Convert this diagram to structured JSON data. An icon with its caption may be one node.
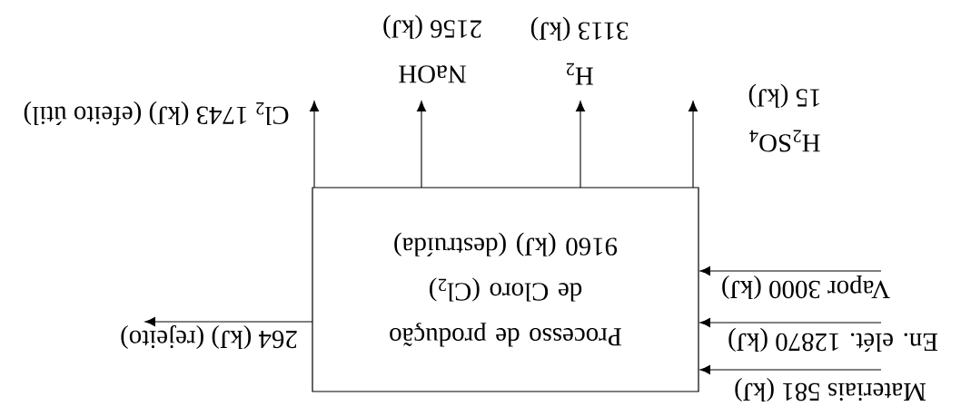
{
  "diagram": {
    "nodes": [
      {
        "text": [
          "Processo de produção de Cloro (Cl$_{2}$)",
          "9160 (kJ) (destruída)"
        ]
      },
      {
        "text": [
          "Cl$_{2}$ 1743 (kJ) (efeito útil)"
        ]
      },
      {
        "text": [
          "NaOH",
          "2156 (kJ)"
        ]
      },
      {
        "text": [
          "H$_{2}$",
          "3113 (kJ)"
        ]
      },
      {
        "text": [
          "H$_{2}$SO$_{4}$",
          "15 (kJ)"
        ]
      },
      {
        "text": [
          "264 (kJ) (rejeito)"
        ]
      },
      {
        "text": [
          "Vapor 3000 (kJ)"
        ]
      },
      {
        "text": [
          "En. elét. 12870 (kJ)"
        ]
      },
      {
        "text": [
          "Materiais 581 (kJ)"
        ]
      }
    ],
    "edges": [
      {
        "from": 0,
        "to": 1,
        "arrow": "to"
      },
      {
        "from": 0,
        "to": 2,
        "arrow": "to"
      },
      {
        "from": 0,
        "to": 3,
        "arrow": "to"
      },
      {
        "from": 0,
        "to": 4,
        "arrow": "to"
      },
      {
        "from": 0,
        "to": 5,
        "arrow": "to"
      },
      {
        "from": 6,
        "to": 0,
        "arrow": "to"
      },
      {
        "from": 7,
        "to": 0,
        "arrow": "to"
      },
      {
        "from": 8,
        "to": 0,
        "arrow": "to"
      }
    ]
  }
}
